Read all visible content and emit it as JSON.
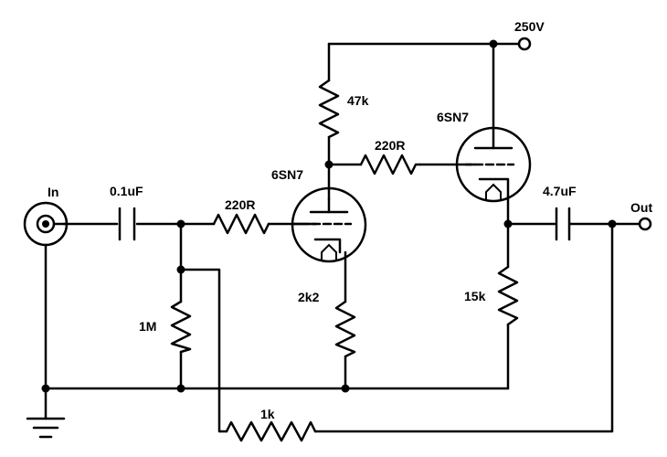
{
  "labels": {
    "supply": "250V",
    "input": "In",
    "output": "Out",
    "input_cap": "0.1uF",
    "grid_resistor_1": "220R",
    "grid_leak": "1M",
    "anode_load": "47k",
    "tube_1": "6SN7",
    "cathode_resistor_1": "2k2",
    "grid_resistor_2": "220R",
    "tube_2": "6SN7",
    "output_cap": "4.7uF",
    "cathode_resistor_2": "15k",
    "feedback_resistor": "1k"
  }
}
